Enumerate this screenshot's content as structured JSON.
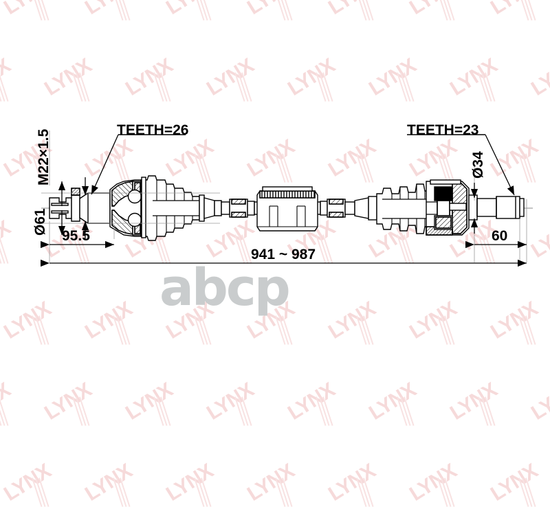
{
  "drawing": {
    "type": "technical-engineering-drawing",
    "subject": "automotive CV drive shaft (driveshaft assembly)",
    "background_color": "#ffffff",
    "line_color": "#000000"
  },
  "labels": {
    "thread_spec": "M22×1.5",
    "left_diameter": "Ø61",
    "left_teeth": "TEETH=26",
    "right_teeth": "TEETH=23",
    "right_diameter": "Ø34",
    "left_length": "95.5",
    "overall_length": "941 ~ 987",
    "right_length": "60"
  },
  "watermarks": {
    "brand": "LYNX",
    "brand_color": "#f6dada",
    "site": "abcp",
    "site_color": "#c9cccd"
  },
  "dimensions": {
    "left_stub_length_mm": 95.5,
    "overall_min_mm": 941,
    "overall_max_mm": 987,
    "right_stub_length_mm": 60,
    "left_joint_diameter_mm": 61,
    "right_shaft_diameter_mm": 34,
    "left_spline_teeth": 26,
    "right_spline_teeth": 23,
    "thread": "M22x1.5"
  }
}
